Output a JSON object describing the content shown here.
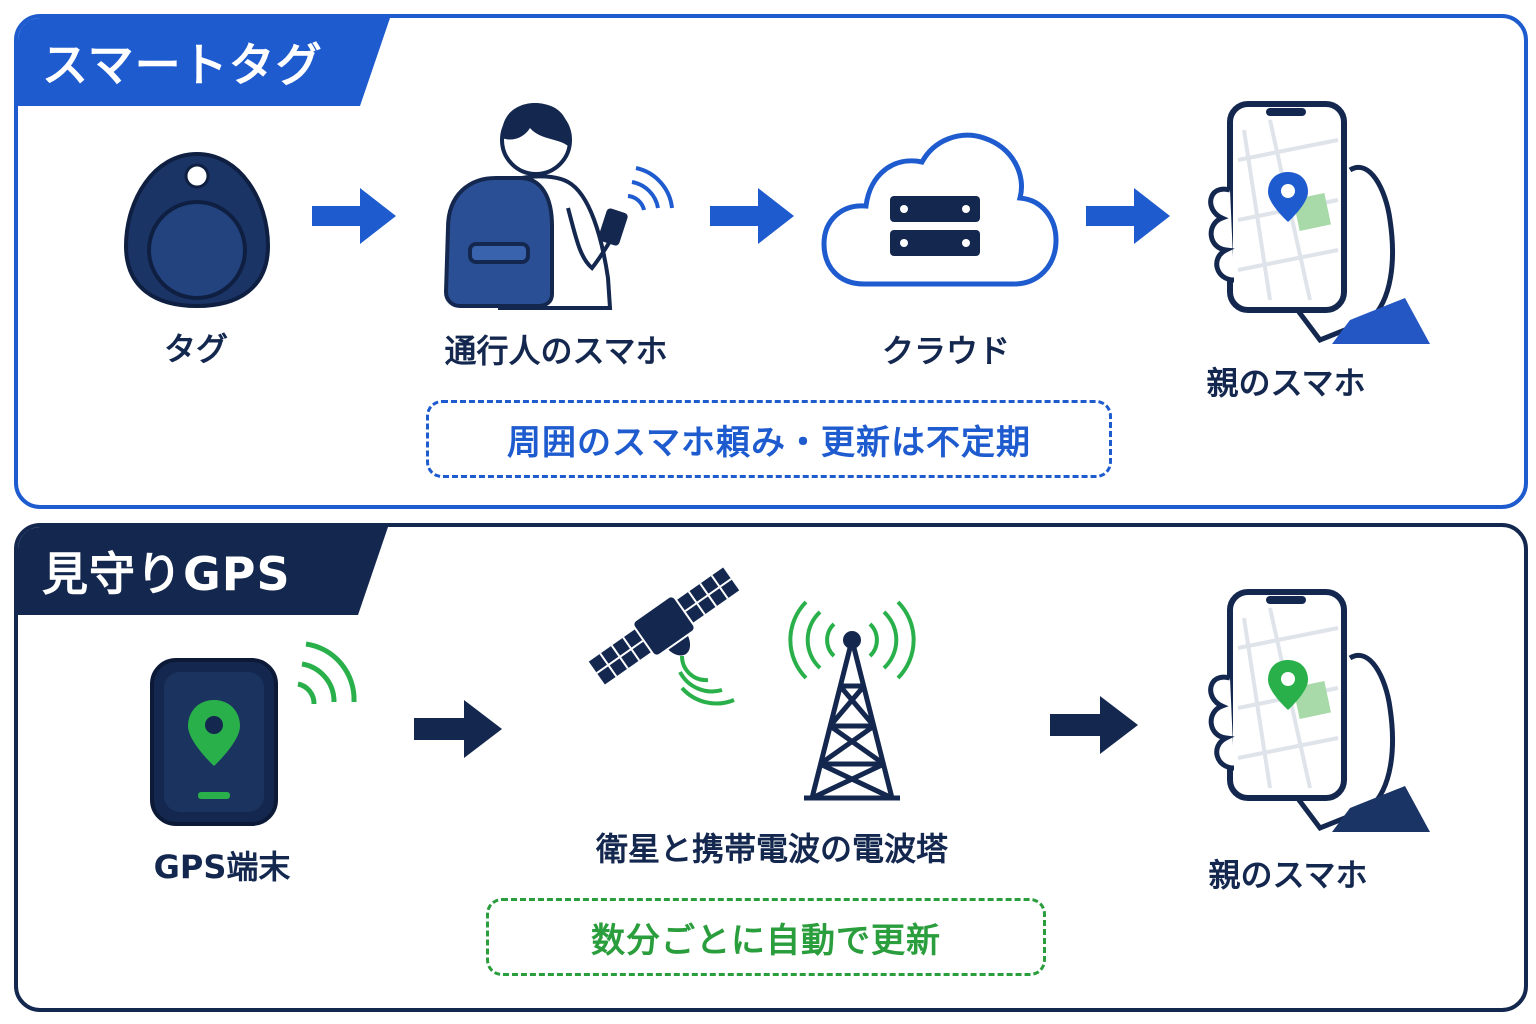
{
  "smart_tag": {
    "title": "スマートタグ",
    "steps": [
      "タグ",
      "通行人のスマホ",
      "クラウド",
      "親のスマホ"
    ],
    "note": "周囲のスマホ頼み・更新は不定期"
  },
  "gps": {
    "title": "見守りGPS",
    "steps": [
      "GPS端末",
      "衛星と携帯電波の電波塔",
      "親のスマホ"
    ],
    "note": "数分ごとに自動で更新"
  },
  "colors": {
    "blue": "#1e5bcf",
    "navy": "#14284f",
    "green": "#2a9d3c"
  }
}
